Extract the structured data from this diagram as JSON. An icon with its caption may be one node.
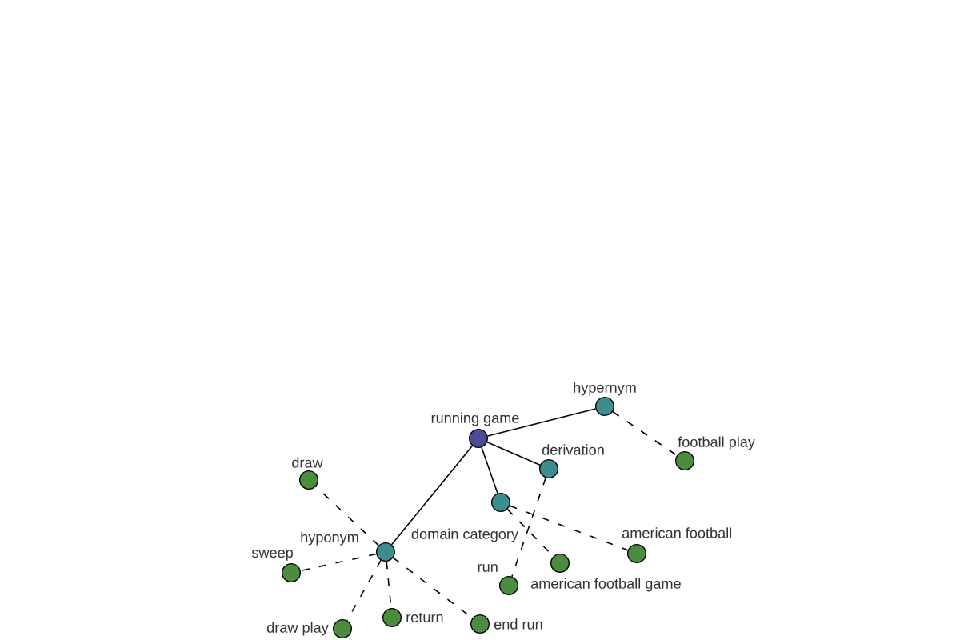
{
  "diagram": {
    "nodes": [
      {
        "text": [
          "hypernym"
        ]
      },
      {
        "text": [
          "running game"
        ]
      },
      {
        "text": [
          "football play"
        ]
      },
      {
        "text": [
          "derivation"
        ]
      },
      {
        "text": [
          "draw"
        ]
      },
      {
        "text": [
          "domain category"
        ]
      },
      {
        "text": [
          "american football game"
        ]
      },
      {
        "text": [
          "hyponym"
        ]
      },
      {
        "text": [
          "american football"
        ]
      },
      {
        "text": [
          "sweep"
        ]
      },
      {
        "text": [
          "run"
        ]
      },
      {
        "text": [
          "return"
        ]
      },
      {
        "text": [
          "draw play"
        ]
      },
      {
        "text": [
          "end run"
        ]
      }
    ],
    "edges": [
      {
        "from": 1,
        "to": 0,
        "arrow": "none"
      },
      {
        "from": 0,
        "to": 2,
        "arrow": "none",
        "style": "dashed"
      },
      {
        "from": 1,
        "to": 3,
        "arrow": "none"
      },
      {
        "from": 3,
        "to": 10,
        "arrow": "none",
        "style": "dashed"
      },
      {
        "from": 1,
        "to": 5,
        "arrow": "none"
      },
      {
        "from": 5,
        "to": 6,
        "arrow": "none",
        "style": "dashed"
      },
      {
        "from": 5,
        "to": 8,
        "arrow": "none",
        "style": "dashed"
      },
      {
        "from": 1,
        "to": 7,
        "arrow": "none"
      },
      {
        "from": 7,
        "to": 4,
        "arrow": "none",
        "style": "dashed"
      },
      {
        "from": 7,
        "to": 9,
        "arrow": "none",
        "style": "dashed"
      },
      {
        "from": 7,
        "to": 11,
        "arrow": "none",
        "style": "dashed"
      },
      {
        "from": 7,
        "to": 12,
        "arrow": "none",
        "style": "dashed"
      },
      {
        "from": 7,
        "to": 13,
        "arrow": "none",
        "style": "dashed"
      }
    ]
  }
}
